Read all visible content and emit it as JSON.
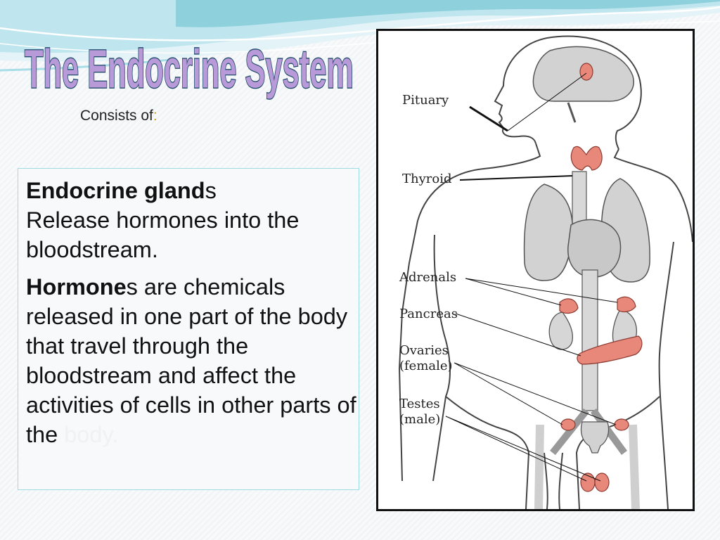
{
  "slide": {
    "title": "The Endocrine System",
    "subtitle": "Consists of",
    "subtitle_colon": ":"
  },
  "content": {
    "para1_bold": "Endocrine gland",
    "para1_suffix": "s",
    "para1_line2": "Release hormones into the bloodstream.",
    "para2_bold": "Hormone",
    "para2_suffix": "s are chemicals released in one part of the body that travel through the bloodstream and affect the activities of cells in other parts of the",
    "para2_faded": "body."
  },
  "diagram": {
    "labels": {
      "pituitary": "Pituary",
      "thyroid": "Thyroid",
      "adrenals": "Adrenals",
      "pancreas": "Pancreas",
      "ovaries_1": "Ovaries",
      "ovaries_2": "(female)",
      "testes_1": "Testes",
      "testes_2": "(male)"
    }
  },
  "colors": {
    "title_fill": "#b89ad8",
    "title_outline": "#1f4a6a",
    "gland": "#e8887a",
    "organ": "#d2d2d2",
    "border": "#9fdbe3"
  }
}
